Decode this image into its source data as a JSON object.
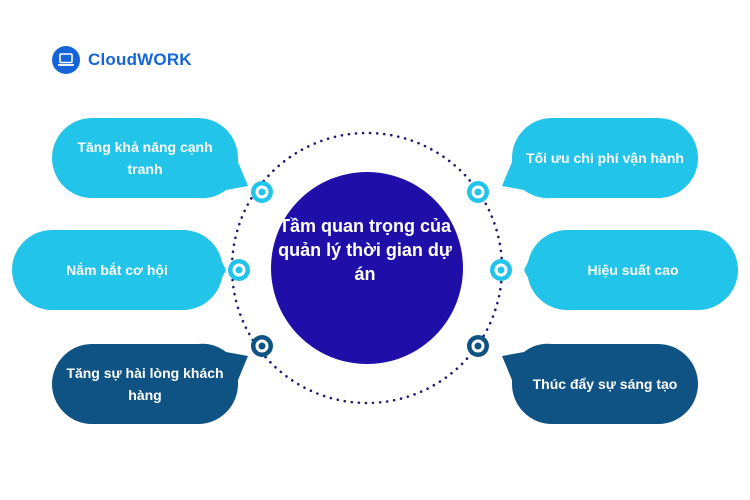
{
  "brand": {
    "name": "CloudWORK",
    "color": "#1565d8"
  },
  "center": {
    "title": "Tầm quan trọng của quản lý thời gian dự án",
    "color": "#1f0fa8"
  },
  "colors": {
    "light_bubble": "#22c4ea",
    "dark_bubble": "#0f5384",
    "node_light": "#22c4ea",
    "node_dark": "#0f5384",
    "dots": "#1f1b6e"
  },
  "bubbles": [
    {
      "label": "Tăng khả năng cạnh tranh"
    },
    {
      "label": "Nắm bắt cơ hội"
    },
    {
      "label": "Tăng sự hài lòng khách hàng"
    },
    {
      "label": "Tối ưu chi phí vận hành"
    },
    {
      "label": "Hiệu suất cao"
    },
    {
      "label": "Thúc đẩy sự sáng tạo"
    }
  ]
}
